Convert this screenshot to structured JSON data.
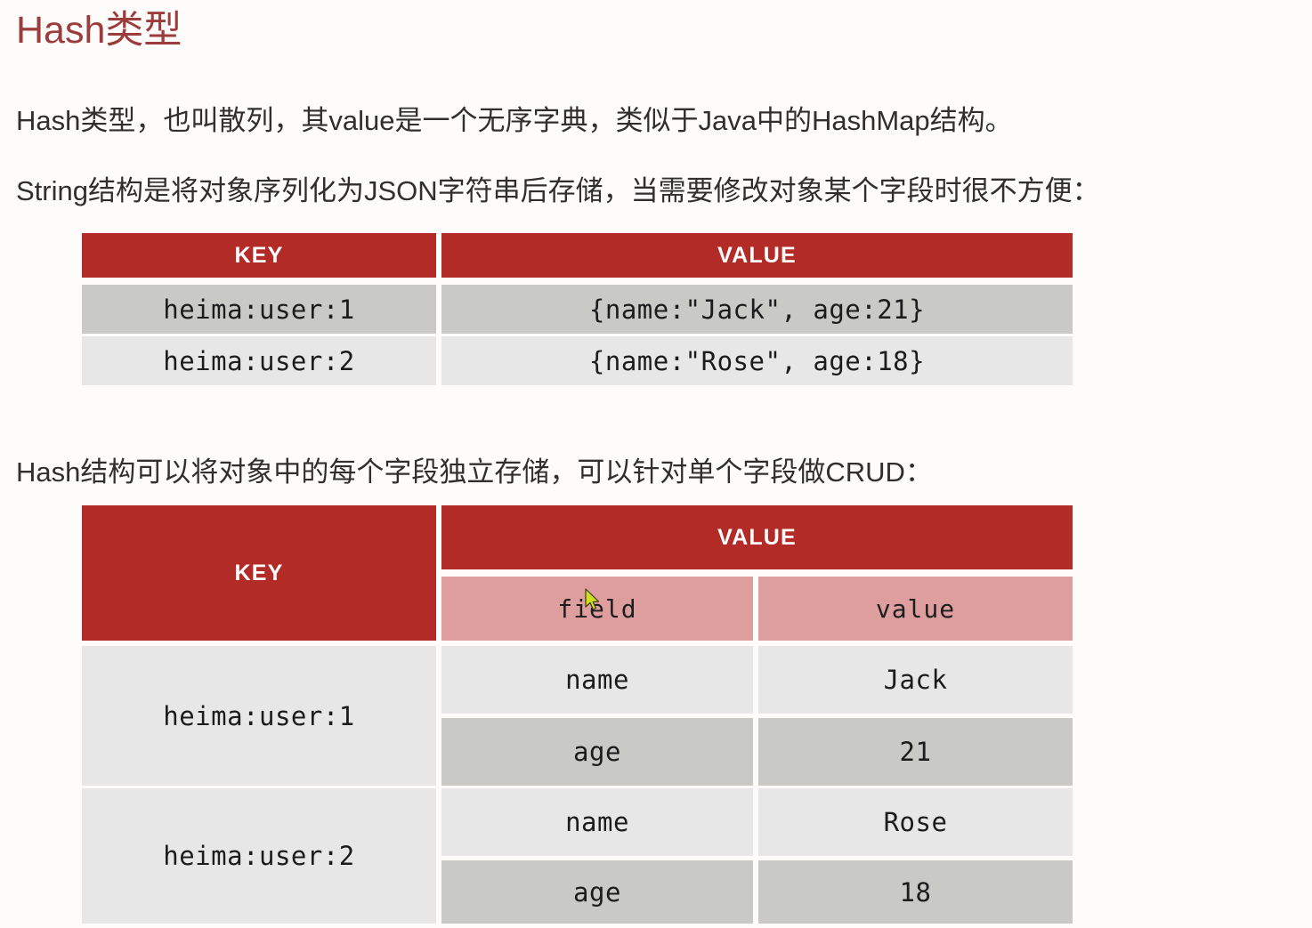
{
  "slide": {
    "title": "Hash类型",
    "title_color": "#9c3c3c",
    "paragraphs": [
      "Hash类型，也叫散列，其value是一个无序字典，类似于Java中的HashMap结构。",
      "String结构是将对象序列化为JSON字符串后存储，当需要修改对象某个字段时很不方便：",
      "Hash结构可以将对象中的每个字段独立存储，可以针对单个字段做CRUD："
    ]
  },
  "colors": {
    "header_red": "#b32b26",
    "subheader_pink": "#df9e9e",
    "row_dark": "#c9c9c6",
    "row_light": "#e7e7e7",
    "page_background": "#fdfcfa"
  },
  "string_table": {
    "headers": {
      "key": "KEY",
      "value": "VALUE"
    },
    "rows": [
      {
        "key": "heima:user:1",
        "value": "{name:\"Jack\", age:21}"
      },
      {
        "key": "heima:user:2",
        "value": "{name:\"Rose\", age:18}"
      }
    ]
  },
  "hash_table": {
    "headers": {
      "key": "KEY",
      "value": "VALUE",
      "field_sub": "field",
      "value_sub": "value"
    },
    "groups": [
      {
        "key": "heima:user:1",
        "entries": [
          {
            "field": "name",
            "value": "Jack"
          },
          {
            "field": "age",
            "value": "21"
          }
        ]
      },
      {
        "key": "heima:user:2",
        "entries": [
          {
            "field": "name",
            "value": "Rose"
          },
          {
            "field": "age",
            "value": "18"
          }
        ]
      }
    ]
  },
  "cursor": {
    "icon": "mouse-pointer-icon",
    "color": "#cfe021"
  }
}
